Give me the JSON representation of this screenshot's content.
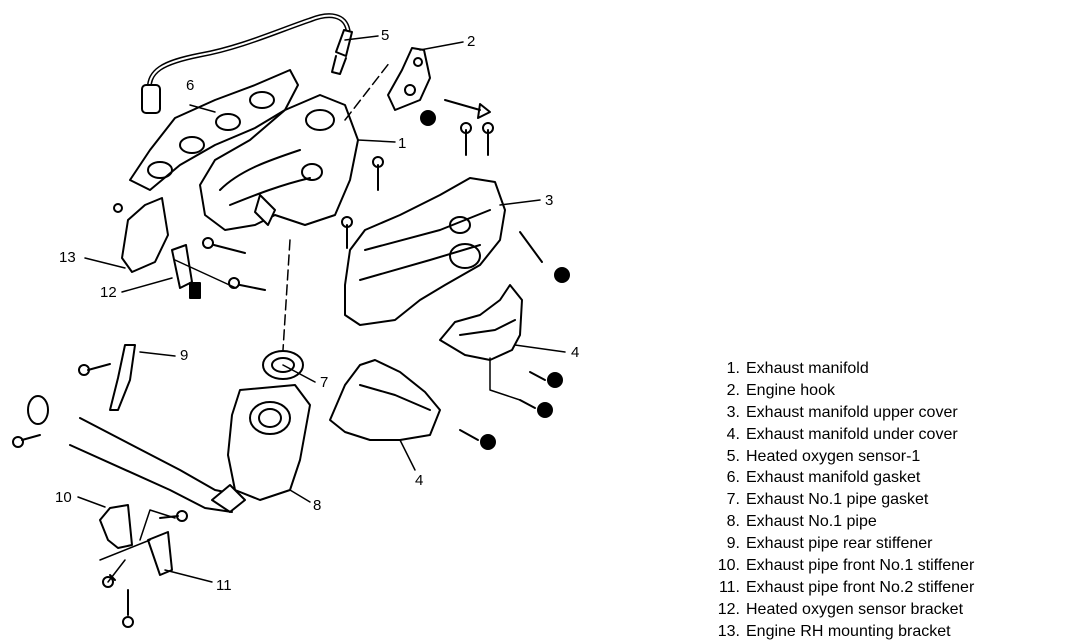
{
  "callouts": [
    "1",
    "2",
    "3",
    "4",
    "4",
    "5",
    "6",
    "7",
    "8",
    "9",
    "10",
    "11",
    "12",
    "13"
  ],
  "legend": [
    {
      "num": "1.",
      "text": "Exhaust manifold"
    },
    {
      "num": "2.",
      "text": "Engine hook"
    },
    {
      "num": "3.",
      "text": "Exhaust manifold upper cover"
    },
    {
      "num": "4.",
      "text": "Exhaust manifold under cover"
    },
    {
      "num": "5.",
      "text": "Heated oxygen sensor-1"
    },
    {
      "num": "6.",
      "text": "Exhaust manifold gasket"
    },
    {
      "num": "7.",
      "text": "Exhaust No.1 pipe gasket"
    },
    {
      "num": "8.",
      "text": "Exhaust No.1 pipe"
    },
    {
      "num": "9.",
      "text": "Exhaust pipe rear stiffener"
    },
    {
      "num": "10.",
      "text": "Exhaust pipe front No.1 stiffener"
    },
    {
      "num": "11.",
      "text": "Exhaust pipe front No.2 stiffener"
    },
    {
      "num": "12.",
      "text": "Heated oxygen sensor bracket"
    },
    {
      "num": "13.",
      "text": "Engine RH mounting bracket"
    }
  ]
}
